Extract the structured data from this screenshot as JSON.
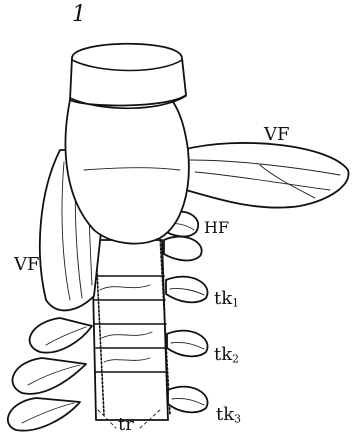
{
  "figure": {
    "number": "1",
    "labels": {
      "vf_right": "VF",
      "vf_left": "VF",
      "hf": "HF",
      "tk1_base": "tk",
      "tk1_sub": "1",
      "tk2_base": "tk",
      "tk2_sub": "2",
      "tk3_base": "tk",
      "tk3_sub": "3",
      "tr": "tr"
    }
  }
}
